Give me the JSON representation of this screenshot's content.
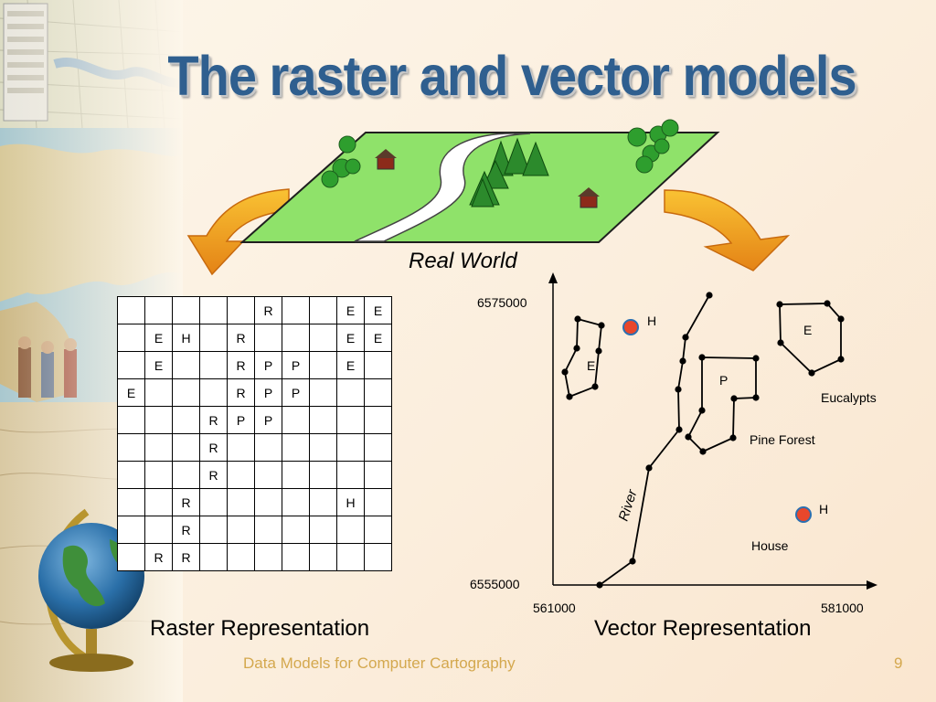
{
  "slide": {
    "title": "The raster and vector models",
    "real_world_label": "Real World",
    "raster_caption": "Raster Representation",
    "vector_caption": "Vector Representation",
    "footer": "Data Models for Computer Cartography",
    "page_number": "9"
  },
  "raster": {
    "rows": [
      [
        "",
        "",
        "",
        "",
        "",
        "R",
        "",
        "",
        "E",
        "E"
      ],
      [
        "",
        "E",
        "H",
        "",
        "R",
        "",
        "",
        "",
        "E",
        "E"
      ],
      [
        "",
        "E",
        "",
        "",
        "R",
        "P",
        "P",
        "",
        "E",
        ""
      ],
      [
        "E",
        "",
        "",
        "",
        "R",
        "P",
        "P",
        "",
        "",
        ""
      ],
      [
        "",
        "",
        "",
        "R",
        "P",
        "P",
        "",
        "",
        "",
        ""
      ],
      [
        "",
        "",
        "",
        "R",
        "",
        "",
        "",
        "",
        "",
        ""
      ],
      [
        "",
        "",
        "",
        "R",
        "",
        "",
        "",
        "",
        "",
        ""
      ],
      [
        "",
        "",
        "R",
        "",
        "",
        "",
        "",
        "",
        "H",
        ""
      ],
      [
        "",
        "",
        "R",
        "",
        "",
        "",
        "",
        "",
        "",
        ""
      ],
      [
        "",
        "R",
        "R",
        "",
        "",
        "",
        "",
        "",
        "",
        ""
      ]
    ]
  },
  "vector": {
    "y_top_label": "6575000",
    "y_bottom_label": "6555000",
    "x_left_label": "561000",
    "x_right_label": "581000",
    "river_label": "River",
    "labels": {
      "house_h1": "H",
      "house_h2": "H",
      "e_small": "E",
      "e_large": "E",
      "p": "P",
      "eucalypts": "Eucalypts",
      "pine_forest": "Pine Forest",
      "house": "House"
    },
    "colors": {
      "house_point": "#e8472b",
      "house_stroke": "#2b6fb0"
    }
  }
}
